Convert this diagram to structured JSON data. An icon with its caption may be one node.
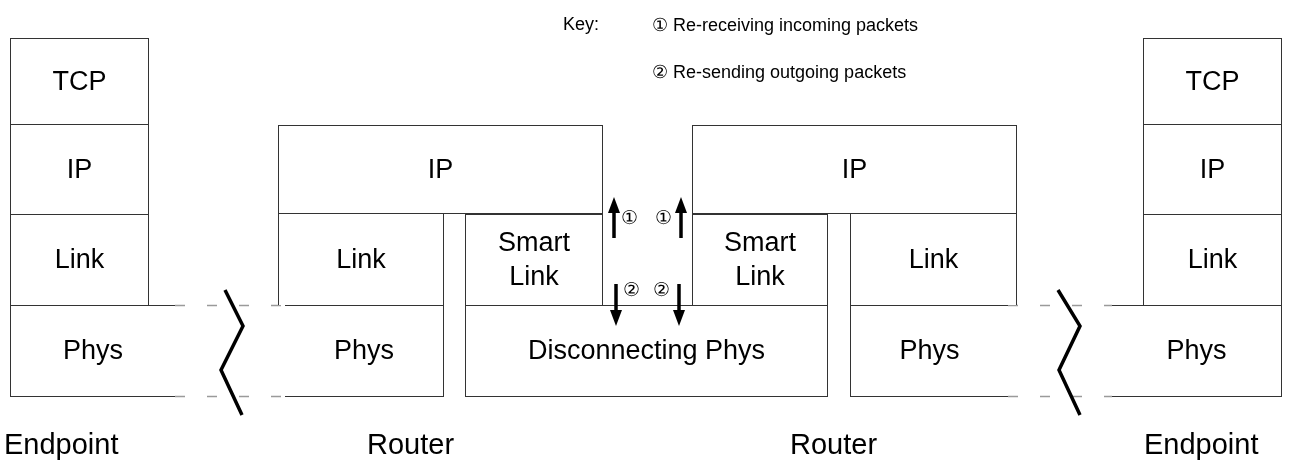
{
  "diagram": {
    "nodes": [
      {
        "text": [
          "TCP"
        ]
      },
      {
        "text": [
          "IP"
        ]
      },
      {
        "text": [
          "Link"
        ]
      },
      {
        "text": [
          "Phys"
        ]
      },
      {
        "text": [
          "IP"
        ]
      },
      {
        "text": [
          "Link"
        ]
      },
      {
        "text": [
          "Smart Link"
        ]
      },
      {
        "text": [
          "Phys"
        ]
      },
      {
        "text": [
          "Disconnecting Phys"
        ]
      },
      {
        "text": [
          "IP"
        ]
      },
      {
        "text": [
          "Smart Link"
        ]
      },
      {
        "text": [
          "Link"
        ]
      },
      {
        "text": [
          "Phys"
        ]
      },
      {
        "text": [
          "TCP"
        ]
      },
      {
        "text": [
          "IP"
        ]
      },
      {
        "text": [
          "Link"
        ]
      },
      {
        "text": [
          "Phys"
        ]
      }
    ],
    "edges": [
      {
        "from": 3,
        "to": 7,
        "arrow": "none",
        "style": "dashed",
        "color": "#9a9a9a"
      },
      {
        "from": 12,
        "to": 16,
        "arrow": "none",
        "style": "dashed",
        "color": "#9a9a9a"
      }
    ],
    "labels": [
      "Key:",
      "① Re-receiving incoming packets",
      "② Re-sending outgoing packets",
      "①",
      "①",
      "②",
      "②",
      "Endpoint",
      "Router",
      "Router",
      "Endpoint"
    ]
  }
}
